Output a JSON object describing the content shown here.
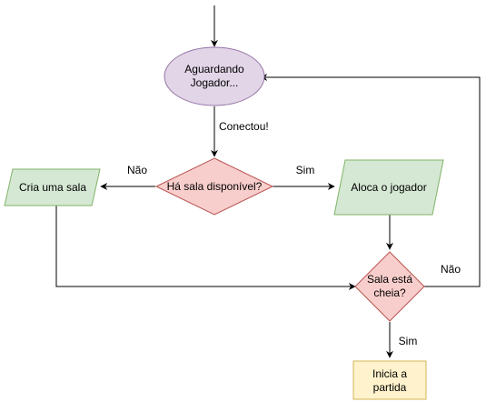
{
  "nodes": {
    "start": {
      "line1": "Aguardando",
      "line2": "Jogador...",
      "fill": "#e1d5e7",
      "stroke": "#9673a6"
    },
    "decision_room": {
      "label": "Há sala disponível?",
      "fill": "#f8cecc",
      "stroke": "#b85450"
    },
    "create_room": {
      "label": "Cria uma sala",
      "fill": "#d5e8d4",
      "stroke": "#82b366"
    },
    "allocate": {
      "label": "Aloca o jogador",
      "fill": "#d5e8d4",
      "stroke": "#82b366"
    },
    "decision_full": {
      "line1": "Sala está",
      "line2": "cheia?",
      "fill": "#f8cecc",
      "stroke": "#b85450"
    },
    "start_match": {
      "line1": "Inicia a",
      "line2": "partida",
      "fill": "#fff2cc",
      "stroke": "#d6b656"
    }
  },
  "edges": {
    "connected": "Conectou!",
    "no_room": "Não",
    "yes_room": "Sim",
    "not_full": "Não",
    "full": "Sim"
  }
}
